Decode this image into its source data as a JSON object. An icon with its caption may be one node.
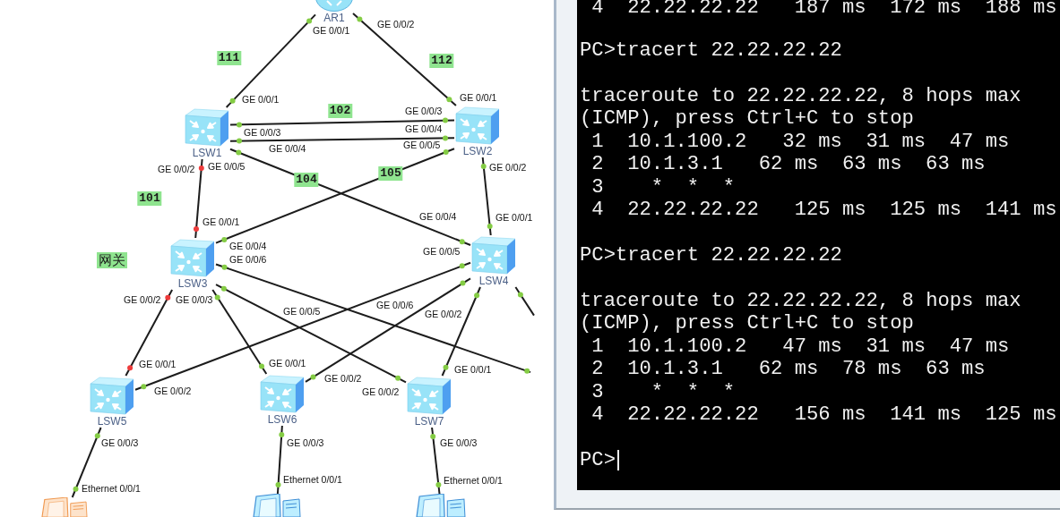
{
  "diagram": {
    "nodes": [
      {
        "text": [
          "AR1"
        ]
      },
      {
        "text": [
          "LSW1"
        ]
      },
      {
        "text": [
          "LSW2"
        ]
      },
      {
        "text": [
          "LSW3"
        ]
      },
      {
        "text": [
          "LSW4"
        ]
      },
      {
        "text": [
          "LSW5"
        ]
      },
      {
        "text": [
          "LSW6"
        ]
      },
      {
        "text": [
          "LSW7"
        ]
      },
      {
        "text": [],
        "shape": "picture"
      },
      {
        "text": [],
        "shape": "picture"
      },
      {
        "text": [],
        "shape": "picture"
      },
      {
        "text": [
          "4  22.22.22.22   187 ms  172 ms  188 ms",
          "PC>tracert 22.22.22.22",
          "traceroute to 22.22.22.22, 8 hops max",
          "(ICMP), press Ctrl+C to stop",
          "1  10.1.100.2   32 ms  31 ms  47 ms",
          "2  10.1.3.1   62 ms  63 ms  63 ms",
          "3    *  *  *",
          "4  22.22.22.22   125 ms  125 ms  141 ms",
          "PC>tracert 22.22.22.22",
          "traceroute to 22.22.22.22, 8 hops max",
          "(ICMP), press Ctrl+C to stop",
          "1  10.1.100.2   47 ms  31 ms  47 ms",
          "2  10.1.3.1   62 ms  78 ms  63 ms",
          "3    *  *  *",
          "4  22.22.22.22   156 ms  141 ms  125 ms",
          "PC>"
        ]
      }
    ],
    "edges": [
      {
        "from": 0,
        "to": 1,
        "arrow": "none",
        "label": "111"
      },
      {
        "from": 0,
        "to": 2,
        "arrow": "none",
        "label": "112"
      },
      {
        "from": 1,
        "to": 2,
        "arrow": "none",
        "label": "102"
      },
      {
        "from": 1,
        "to": 2,
        "arrow": "none"
      },
      {
        "from": 1,
        "to": 4,
        "arrow": "none",
        "label": "104"
      },
      {
        "from": 2,
        "to": 3,
        "arrow": "none",
        "label": "105"
      },
      {
        "from": 1,
        "to": 3,
        "arrow": "none",
        "label": "101"
      },
      {
        "from": 2,
        "to": 4,
        "arrow": "none"
      },
      {
        "from": 3,
        "to": 5,
        "arrow": "none"
      },
      {
        "from": 3,
        "to": 6,
        "arrow": "none"
      },
      {
        "from": 3,
        "to": 7,
        "arrow": "none"
      },
      {
        "from": 3,
        "to": null,
        "arrow": "none"
      },
      {
        "from": 4,
        "to": 5,
        "arrow": "none"
      },
      {
        "from": 4,
        "to": 6,
        "arrow": "none"
      },
      {
        "from": 4,
        "to": 7,
        "arrow": "none"
      },
      {
        "from": 4,
        "to": null,
        "arrow": "none"
      },
      {
        "from": 5,
        "to": 8,
        "arrow": "none"
      },
      {
        "from": 6,
        "to": 9,
        "arrow": "none"
      },
      {
        "from": 7,
        "to": 10,
        "arrow": "none"
      }
    ],
    "labels": [
      "GE 0/0/1",
      "GE 0/0/2",
      "GE 0/0/1",
      "GE 0/0/1",
      "GE 0/0/3",
      "GE 0/0/3",
      "GE 0/0/4",
      "GE 0/0/4",
      "GE 0/0/5",
      "GE 0/0/2",
      "GE 0/0/5",
      "GE 0/0/2",
      "GE 0/0/1",
      "GE 0/0/4",
      "GE 0/0/1",
      "GE 0/0/4",
      "GE 0/0/5",
      "网关",
      "GE 0/0/6",
      "GE 0/0/2",
      "GE 0/0/3",
      "GE 0/0/5",
      "GE 0/0/6",
      "GE 0/0/2",
      "GE 0/0/1",
      "GE 0/0/1",
      "GE 0/0/1",
      "GE 0/0/2",
      "GE 0/0/2",
      "GE 0/0/2",
      "GE 0/0/3",
      "GE 0/0/3",
      "GE 0/0/3",
      "Ethernet 0/0/1",
      "Ethernet 0/0/1",
      "Ethernet 0/0/1"
    ]
  }
}
